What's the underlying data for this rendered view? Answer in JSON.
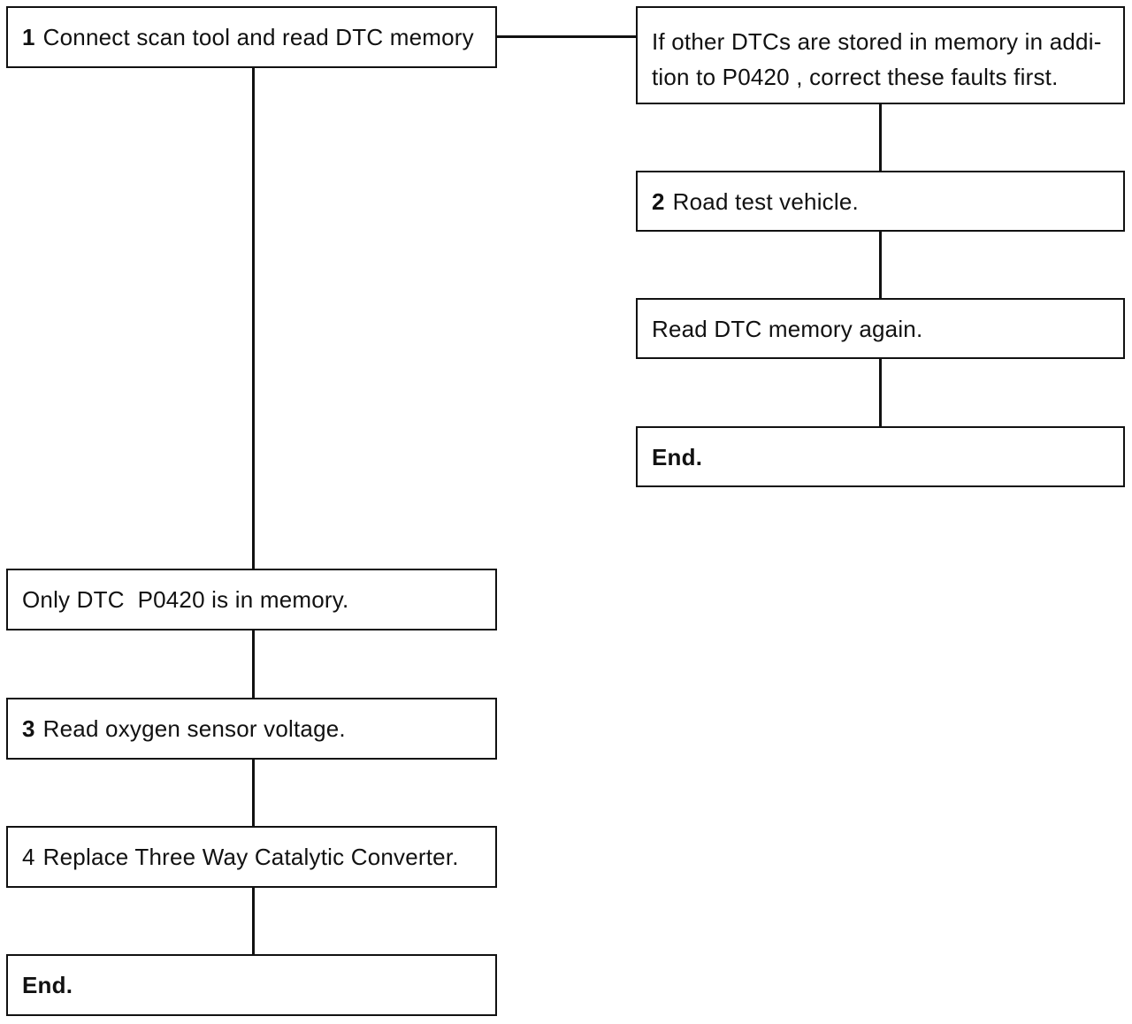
{
  "steps": {
    "step1": {
      "number": "1",
      "text": "Connect scan tool and read DTC memory"
    },
    "other_dtcs": {
      "line1": "If other DTCs are stored in memory in addi-",
      "line2": "tion to P0420 , correct these faults first."
    },
    "step2": {
      "number": "2",
      "text": "Road test vehicle."
    },
    "read_again": {
      "text": "Read DTC memory again."
    },
    "end_right": {
      "text": "End."
    },
    "only_dtc": {
      "text": "Only DTC  P0420 is in memory."
    },
    "step3": {
      "number": "3",
      "text": "Read oxygen sensor voltage."
    },
    "step4": {
      "number": "4",
      "text": "Replace Three Way Catalytic Converter."
    },
    "end_left": {
      "text": "End."
    }
  },
  "colors": {
    "line": "#111111",
    "background": "#ffffff"
  }
}
